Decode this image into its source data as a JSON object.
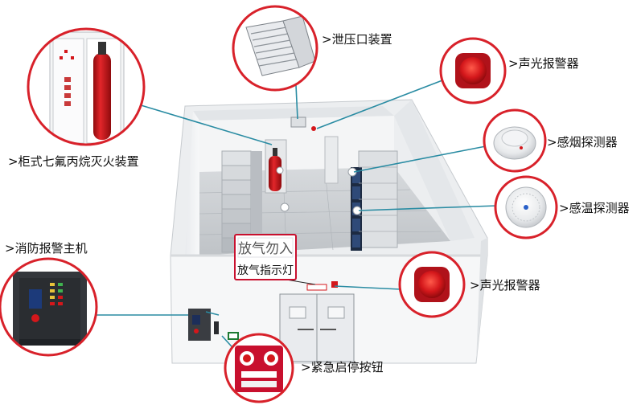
{
  "labels": {
    "cabinet": ">柜式七氟丙烷灭火装置",
    "vent": ">泄压口装置",
    "alarm_top": ">声光报警器",
    "smoke": ">感烟探测器",
    "heat": ">感温探测器",
    "panel": ">消防报警主机",
    "indicator": "放气指示灯",
    "alarm_bottom": ">声光报警器",
    "button": ">紧急启停按钮"
  },
  "sign_text": "放气勿入",
  "colors": {
    "callout_ring": "#d8212a",
    "leader_line": "#2a8ca3",
    "cylinder": "#c8102e",
    "floor": "#c9cdd2",
    "wall": "#f2f3f5"
  }
}
